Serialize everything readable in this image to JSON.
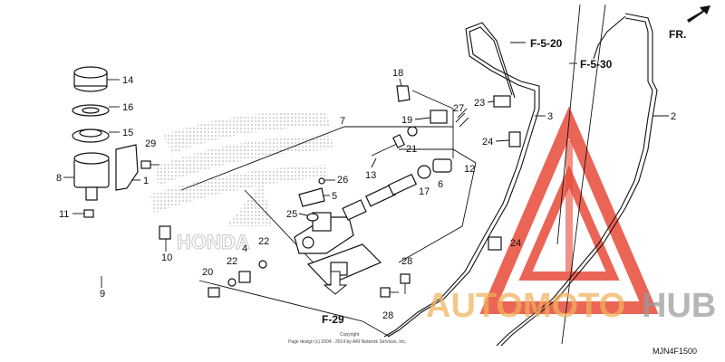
{
  "diagram_code": "MJN4F1500",
  "direction_marker": "FR.",
  "copyright": {
    "line1": "Copyright",
    "line2": "Page design (c) 2004 - 2014 by ARI Network Services, Inc."
  },
  "watermark": {
    "part1": "AUTOMOTO",
    "part2": "HUB",
    "color_triangle": "#e84a3a",
    "color_text1": "#f0b25a",
    "color_text2": "#9a9a9a"
  },
  "page_refs": [
    "F-5-20",
    "F-5-30",
    "F-29"
  ],
  "callouts": [
    "14",
    "16",
    "15",
    "29",
    "8",
    "1",
    "11",
    "10",
    "9",
    "18",
    "7",
    "27",
    "19",
    "23",
    "3",
    "2",
    "24",
    "21",
    "13",
    "12",
    "26",
    "5",
    "25",
    "17",
    "6",
    "4",
    "22",
    "20",
    "22",
    "24",
    "28",
    "28"
  ]
}
